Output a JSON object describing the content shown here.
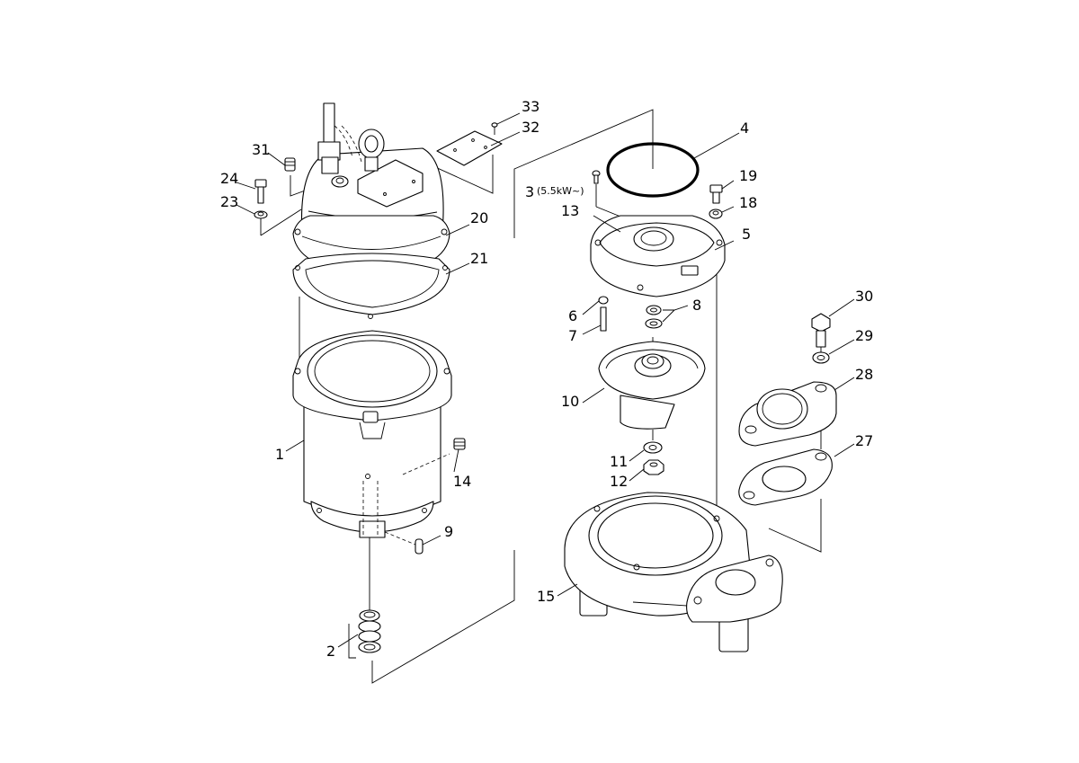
{
  "callouts": {
    "c1": "1",
    "c2": "2",
    "c3": "3",
    "c3_note": "(5.5kW~)",
    "c4": "4",
    "c5": "5",
    "c6": "6",
    "c7": "7",
    "c8": "8",
    "c9": "9",
    "c10": "10",
    "c11": "11",
    "c12": "12",
    "c13": "13",
    "c14": "14",
    "c15": "15",
    "c18": "18",
    "c19": "19",
    "c20": "20",
    "c21": "21",
    "c23": "23",
    "c24": "24",
    "c27": "27",
    "c28": "28",
    "c29": "29",
    "c30": "30",
    "c31": "31",
    "c32": "32",
    "c33": "33"
  },
  "colors": {
    "line": "#000000",
    "background": "#ffffff"
  }
}
